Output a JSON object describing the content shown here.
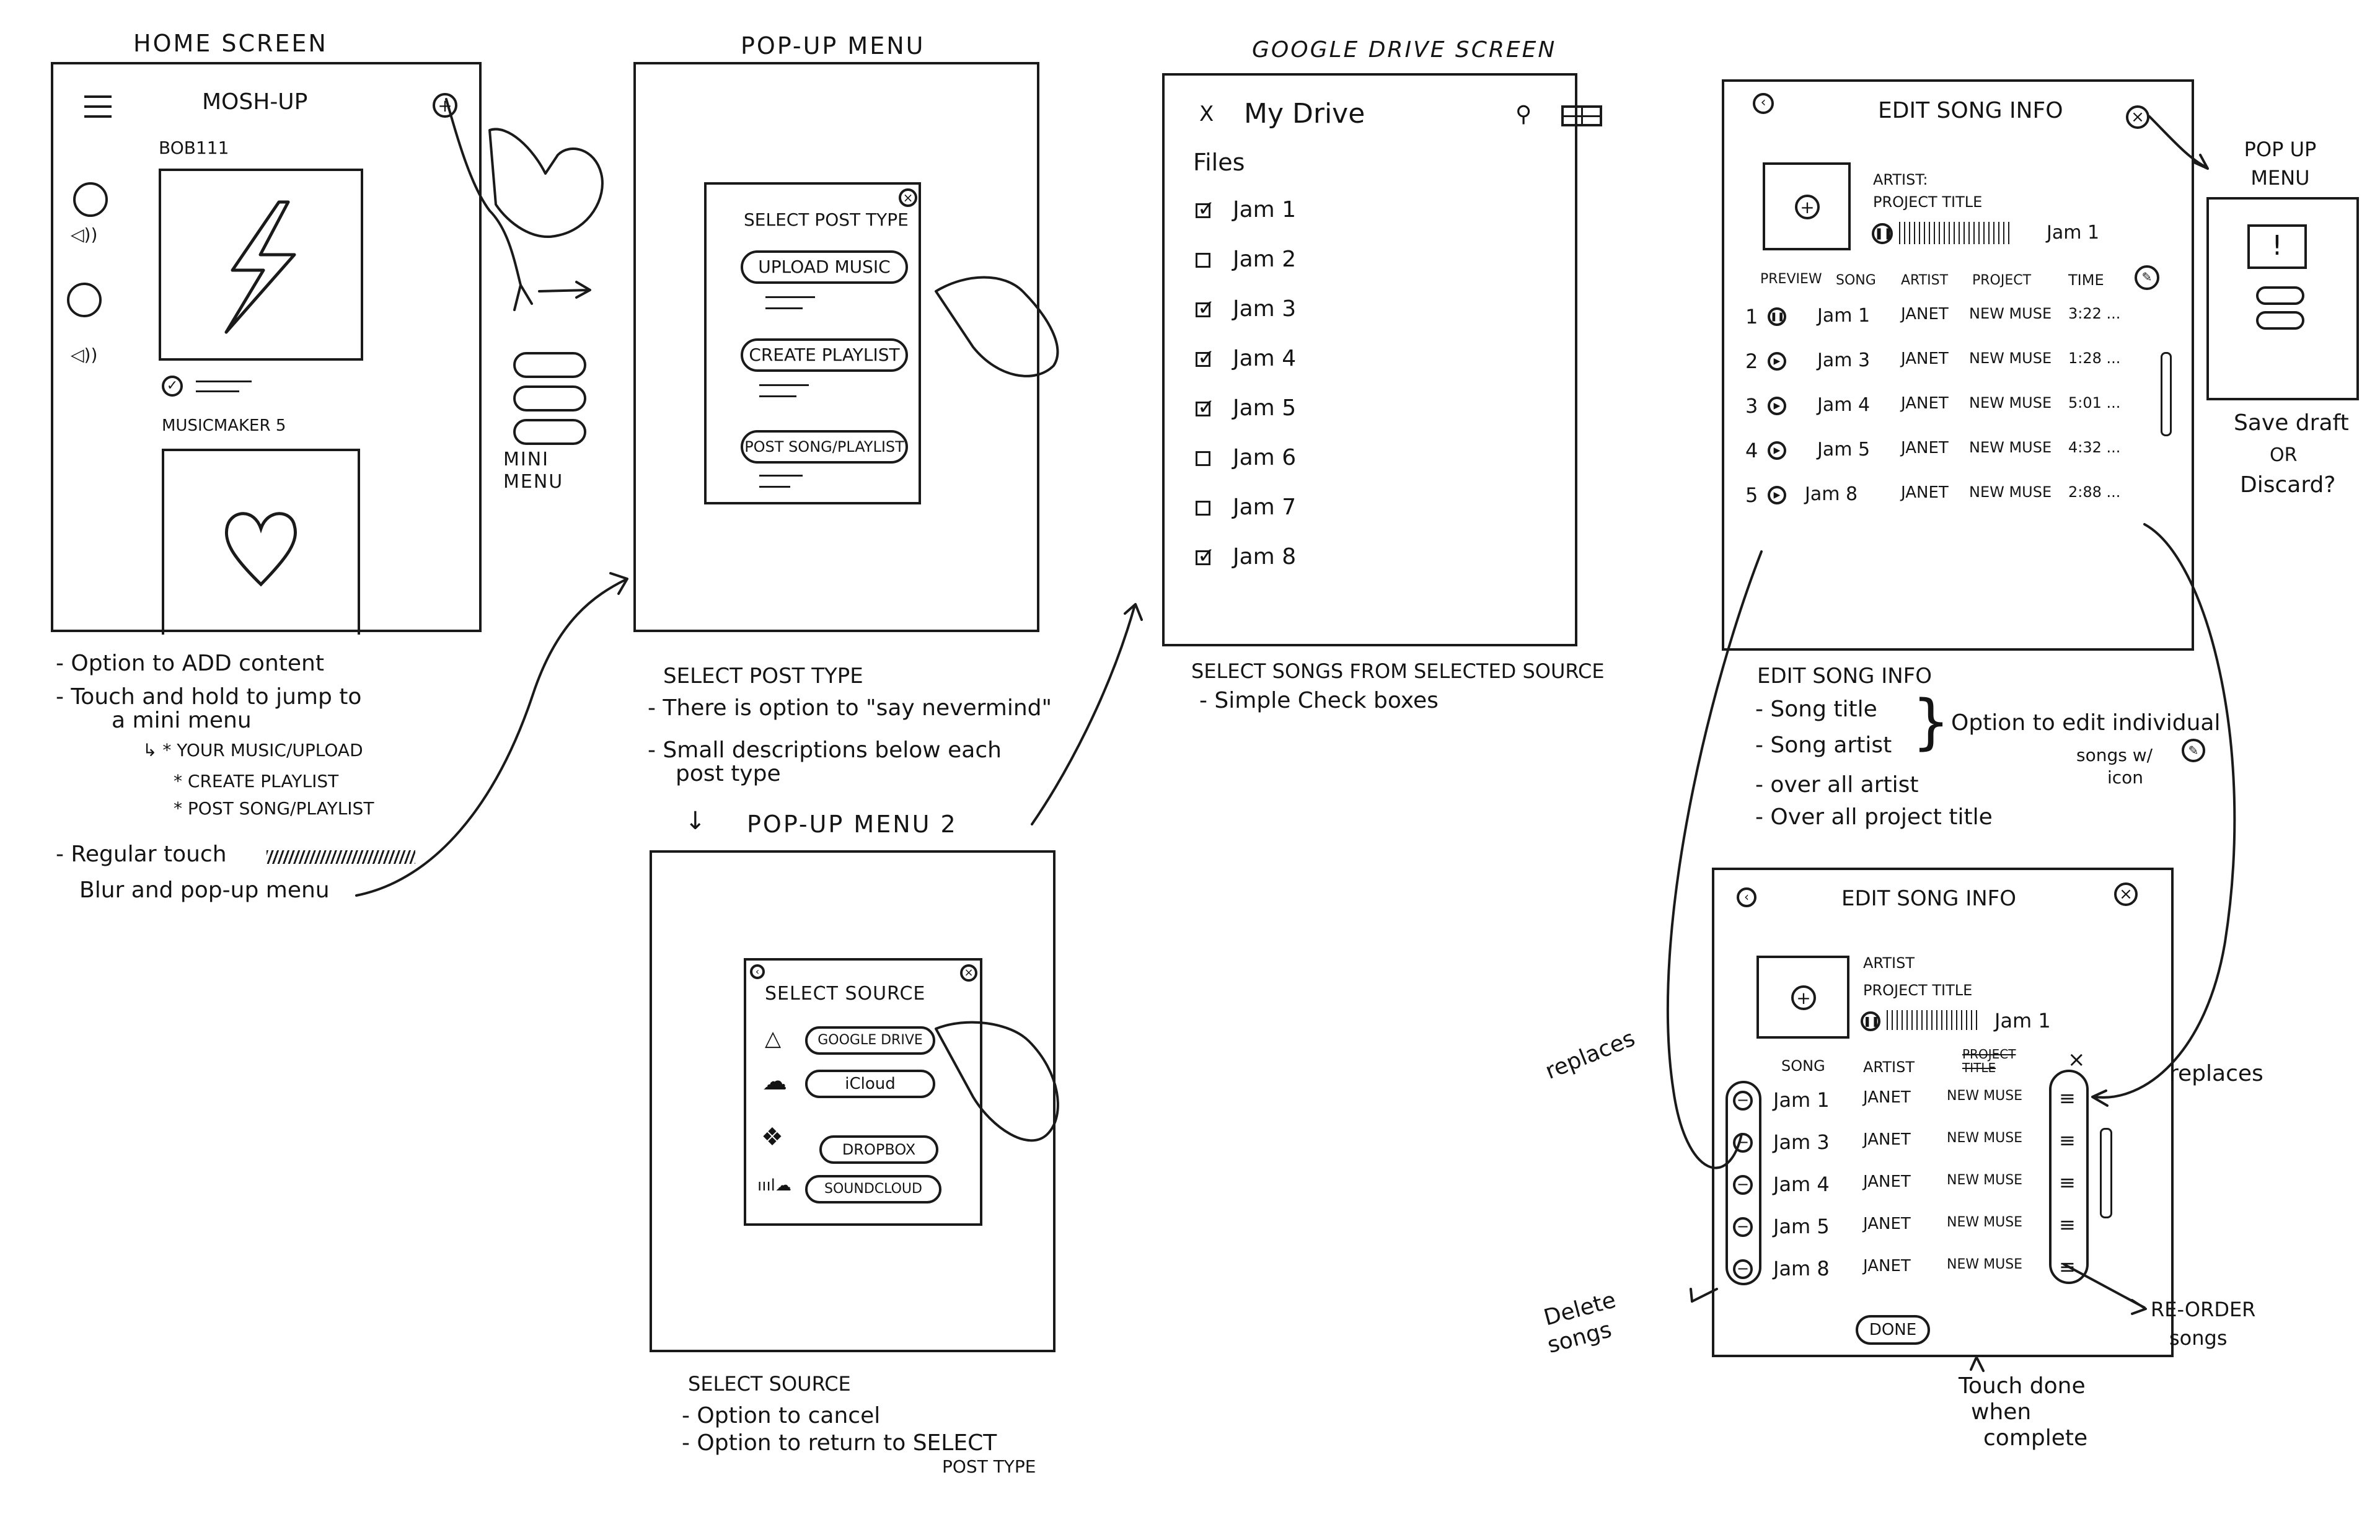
{
  "frames": {
    "home": {
      "title": "HOME SCREEN",
      "app_title": "MOSH-UP",
      "user1": "BOB111",
      "user2": "MUSICMAKER 5",
      "mini_menu_label": "MINI MENU",
      "notes": [
        "- Option to ADD content",
        "- Touch and hold to jump to",
        "a mini menu",
        "↳ * YOUR MUSIC/UPLOAD",
        "* CREATE PLAYLIST",
        "* POST SONG/PLAYLIST",
        "- Regular touch",
        "Blur and pop-up menu"
      ]
    },
    "popup": {
      "title": "POP-UP MENU",
      "dialog_title": "SELECT POST TYPE",
      "buttons": [
        "UPLOAD MUSIC",
        "CREATE PLAYLIST",
        "POST SONG/PLAYLIST"
      ],
      "notes": [
        "SELECT POST TYPE",
        "- There is option to \"say nevermind\"",
        "- Small descriptions below each",
        "post type"
      ]
    },
    "popup2": {
      "title": "POP-UP MENU 2",
      "dialog_title": "SELECT SOURCE",
      "sources": [
        "GOOGLE DRIVE",
        "iCloud",
        "DROPBOX",
        "SOUNDCLOUD"
      ],
      "notes": [
        "SELECT SOURCE",
        "- Option to cancel",
        "- Option to return to SELECT",
        "POST TYPE"
      ]
    },
    "drive": {
      "title": "GOOGLE DRIVE SCREEN",
      "header": "My Drive",
      "close": "X",
      "files_label": "Files",
      "files": [
        {
          "name": "Jam 1",
          "checked": true
        },
        {
          "name": "Jam 2",
          "checked": false
        },
        {
          "name": "Jam 3",
          "checked": true
        },
        {
          "name": "Jam 4",
          "checked": true
        },
        {
          "name": "Jam 5",
          "checked": true
        },
        {
          "name": "Jam 6",
          "checked": false
        },
        {
          "name": "Jam 7",
          "checked": false
        },
        {
          "name": "Jam 8",
          "checked": true
        }
      ],
      "notes": [
        "SELECT SONGS FROM SELECTED SOURCE",
        "- Simple Check boxes"
      ]
    },
    "edit1": {
      "title": "EDIT SONG INFO",
      "artist_label": "ARTIST:",
      "project_label": "PROJECT TITLE",
      "now_playing": "Jam 1",
      "columns": [
        "PREVIEW",
        "SONG",
        "ARTIST",
        "PROJECT",
        "TIME"
      ],
      "rows": [
        {
          "n": "1",
          "song": "Jam 1",
          "artist": "JANET",
          "project": "NEW MUSE",
          "time": "3:22 ..."
        },
        {
          "n": "2",
          "song": "Jam 3",
          "artist": "JANET",
          "project": "NEW MUSE",
          "time": "1:28 ..."
        },
        {
          "n": "3",
          "song": "Jam 4",
          "artist": "JANET",
          "project": "NEW MUSE",
          "time": "5:01 ..."
        },
        {
          "n": "4",
          "song": "Jam 5",
          "artist": "JANET",
          "project": "NEW MUSE",
          "time": "4:32 ..."
        },
        {
          "n": "5",
          "song": "Jam 8",
          "artist": "JANET",
          "project": "NEW MUSE",
          "time": "2:88 ..."
        }
      ],
      "popup_label": "POP UP MENU",
      "popup_note": [
        "Save draft",
        "OR",
        "Discard?"
      ],
      "notes": [
        "EDIT SONG INFO",
        "- Song title",
        "- Song artist",
        "- over all artist",
        "- Over all project title"
      ],
      "brace_note": [
        "Option to edit individual",
        "songs w/",
        "icon"
      ]
    },
    "edit2": {
      "title": "EDIT SONG INFO",
      "artist_label": "ARTIST",
      "project_label": "PROJECT TITLE",
      "now_playing": "Jam 1",
      "columns": [
        "SONG",
        "ARTIST",
        "PROJECT TITLE"
      ],
      "rows": [
        {
          "song": "Jam 1",
          "artist": "JANET",
          "project": "NEW MUSE"
        },
        {
          "song": "Jam 3",
          "artist": "JANET",
          "project": "NEW MUSE"
        },
        {
          "song": "Jam 4",
          "artist": "JANET",
          "project": "NEW MUSE"
        },
        {
          "song": "Jam 5",
          "artist": "JANET",
          "project": "NEW MUSE"
        },
        {
          "song": "Jam 8",
          "artist": "JANET",
          "project": "NEW MUSE"
        }
      ],
      "done": "DONE",
      "ann_replaces_left": "replaces",
      "ann_replaces_right": "replaces",
      "ann_delete": [
        "Delete",
        "songs"
      ],
      "ann_reorder": [
        "RE-ORDER",
        "songs"
      ],
      "ann_done": [
        "Touch done",
        "when",
        "complete"
      ]
    }
  }
}
